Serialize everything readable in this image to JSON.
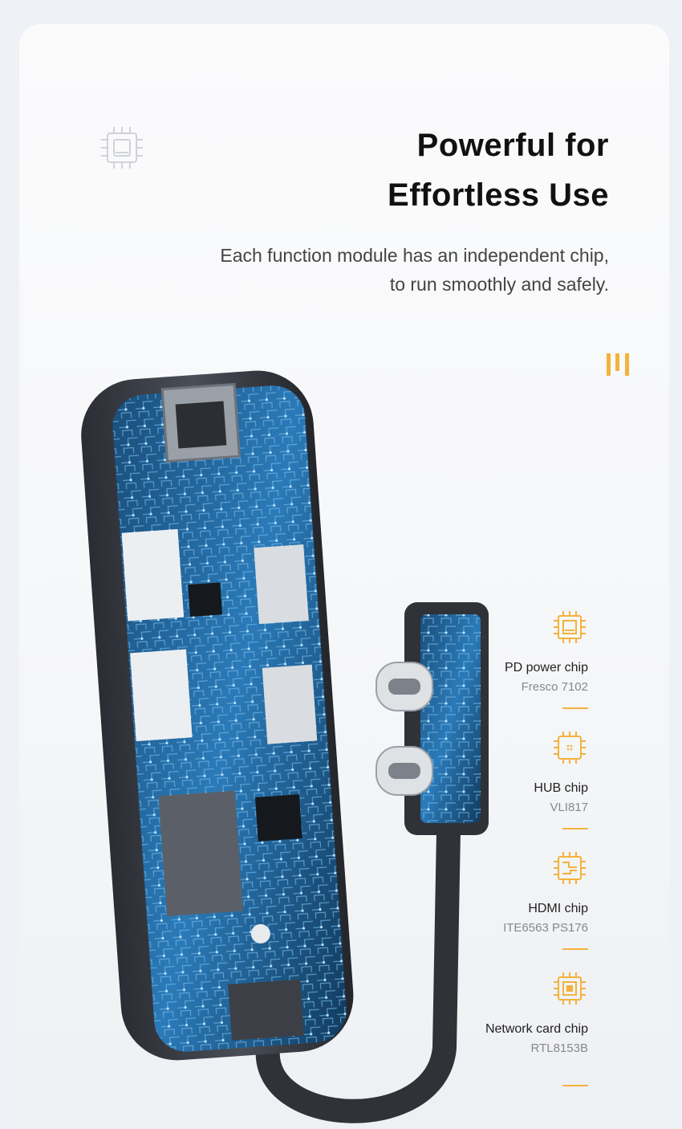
{
  "colors": {
    "accent": "#f3b23c",
    "title": "#111111",
    "body": "#444444",
    "muted": "#888888"
  },
  "header": {
    "icon": "chip-outline-icon",
    "title_line1": "Powerful for",
    "title_line2": "Effortless Use",
    "subtitle_line1": "Each function module has an independent chip,",
    "subtitle_line2": "to run smoothly and safely."
  },
  "chips": [
    {
      "icon": "pd-chip-icon",
      "name": "PD power chip",
      "model": "Fresco 7102"
    },
    {
      "icon": "hub-chip-icon",
      "name": "HUB chip",
      "model": "VLI817"
    },
    {
      "icon": "hdmi-chip-icon",
      "name": "HDMI chip",
      "model": "ITE6563  PS176"
    },
    {
      "icon": "network-chip-icon",
      "name": "Network card chip",
      "model": "RTL8153B"
    }
  ]
}
